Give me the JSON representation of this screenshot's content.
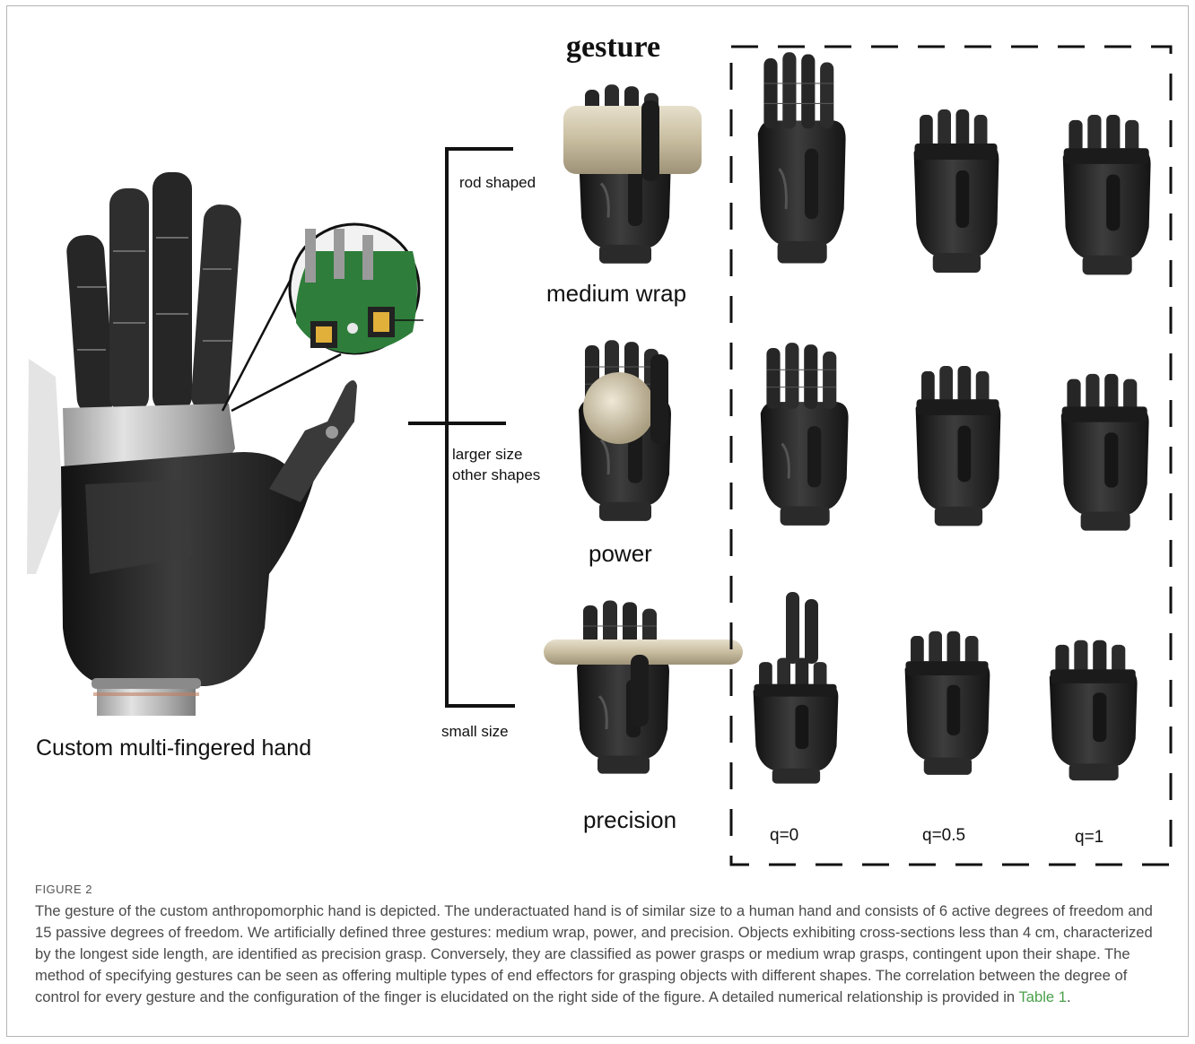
{
  "figure": {
    "heading": "gesture",
    "hand_caption": "Custom multi-fingered hand",
    "categories": {
      "rod": "rod shaped",
      "larger_line1": "larger size",
      "larger_line2": "other shapes",
      "small": "small size"
    },
    "gestures": {
      "medium_wrap": "medium wrap",
      "power": "power",
      "precision": "precision"
    },
    "q_labels": {
      "q0": "q=0",
      "q05": "q=0.5",
      "q1": "q=1"
    }
  },
  "caption": {
    "label": "FIGURE 2",
    "text": "The gesture of the custom anthropomorphic hand is depicted. The underactuated hand is of similar size to a human hand and consists of 6 active degrees of freedom and 15 passive degrees of freedom. We artificially defined three gestures: medium wrap, power, and precision. Objects exhibiting cross-sections less than 4 cm, characterized by the longest side length, are identified as precision grasp. Conversely, they are classified as power grasps or medium wrap grasps, contingent upon their shape. The method of specifying gestures can be seen as offering multiple types of end effectors for grasping objects with different shapes. The correlation between the degree of control for every gesture and the configuration of the finger is elucidated on the right side of the figure. A detailed numerical relationship is provided in ",
    "table_ref": "Table 1",
    "end": "."
  },
  "colors": {
    "hand_dark": "#1f1f1f",
    "hand_mid": "#3a3a3a",
    "metal": "#c8c8c8",
    "object": "#cfc5ac",
    "pcb_green": "#2e7d3a",
    "link": "#4aa04a"
  }
}
